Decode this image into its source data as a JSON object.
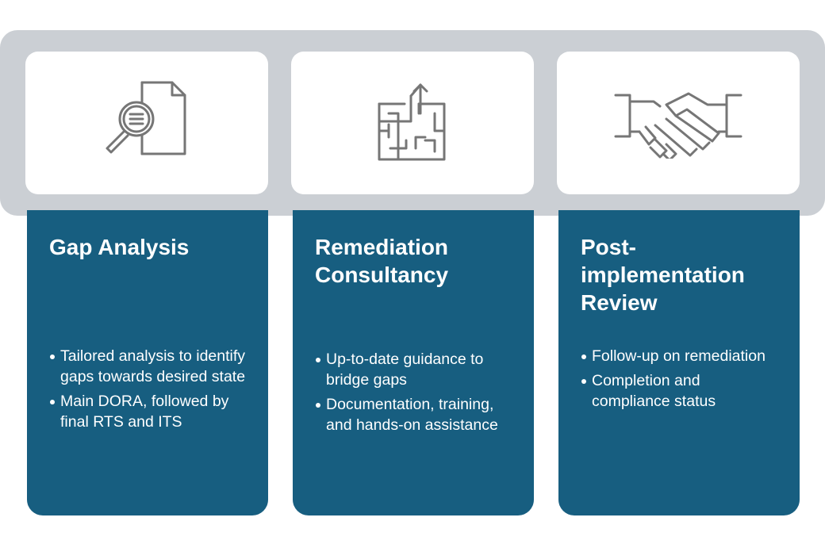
{
  "colors": {
    "band": "#cbcfd4",
    "card_body": "#175e80",
    "icon_stroke": "#767676",
    "text": "#ffffff"
  },
  "columns": [
    {
      "icon": "document-search-icon",
      "title": "Gap Analysis",
      "bullets": [
        "Tailored analysis to identify gaps towards desired state",
        "Main DORA, followed by final RTS and ITS"
      ]
    },
    {
      "icon": "maze-path-icon",
      "title": "Remediation\nConsultancy",
      "bullets": [
        "Up-to-date guidance to bridge gaps",
        "Documentation, training, and hands-on assistance"
      ]
    },
    {
      "icon": "handshake-icon",
      "title": "Post-\nimplementation\nReview",
      "bullets": [
        "Follow-up on remediation",
        "Completion and compliance status"
      ]
    }
  ]
}
